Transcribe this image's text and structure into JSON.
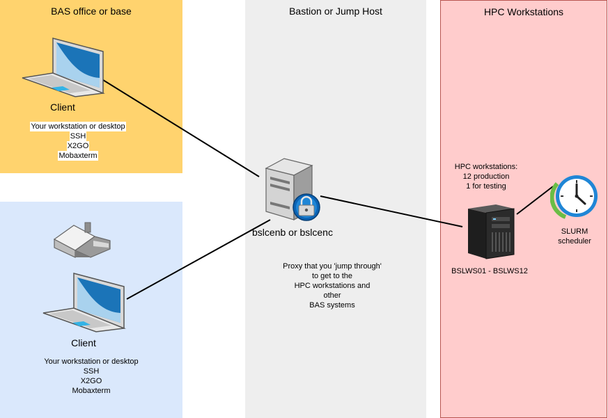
{
  "zones": {
    "bas_office": {
      "title": "BAS office or base",
      "fill": "#ffd36e"
    },
    "remote": {
      "fill": "#dae8fc"
    },
    "bastion": {
      "title": "Bastion or Jump Host",
      "fill": "#eeeeee"
    },
    "hpc": {
      "title": "HPC Workstations",
      "fill": "#ffcccc",
      "border": "#b85450"
    }
  },
  "client_top": {
    "label": "Client",
    "details": [
      "Your workstation or desktop",
      "SSH",
      "X2GO",
      "Mobaxterm"
    ]
  },
  "client_bottom": {
    "label": "Client",
    "details": [
      "Your workstation or desktop",
      "SSH",
      "X2GO",
      "Mobaxterm"
    ]
  },
  "bastion_node": {
    "label": "bslcenb or bslcenc",
    "description": [
      "Proxy that you 'jump through'",
      "to get to the",
      "HPC workstations and",
      "other",
      "BAS systems"
    ]
  },
  "hpc_node": {
    "info": [
      "HPC workstations:",
      "12 production",
      "1 for testing"
    ],
    "label": "BSLWS01 - BSLWS12"
  },
  "slurm": {
    "label": [
      "SLURM",
      "scheduler"
    ]
  },
  "icons": {
    "laptop_top": "laptop-icon",
    "laptop_bottom": "laptop-icon",
    "house": "house-icon",
    "server": "secure-server-icon",
    "tower": "tower-server-icon",
    "clock": "clock-icon"
  }
}
